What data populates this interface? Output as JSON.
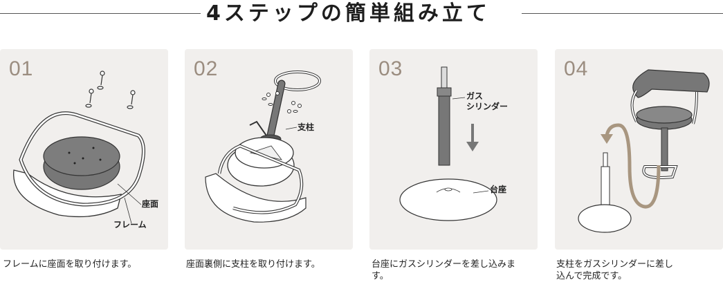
{
  "title": "4ステップの簡単組み立て",
  "colors": {
    "panel": "#f1efed",
    "step_number": "#9b8d80",
    "arrow_accent": "#a89680"
  },
  "steps": [
    {
      "number": "01",
      "labels": [
        "座面",
        "フレーム"
      ],
      "caption": "フレームに座面を取り付けます。"
    },
    {
      "number": "02",
      "labels": [
        "支柱"
      ],
      "caption": "座面裏側に支柱を取り付けます。"
    },
    {
      "number": "03",
      "labels": [
        "ガス シリンダー",
        "台座"
      ],
      "label_lines": [
        "ガス",
        "シリンダー"
      ],
      "caption": "台座にガスシリンダーを差し込みます。"
    },
    {
      "number": "04",
      "labels": [],
      "caption": "支柱をガスシリンダーに差し込んで完成です。"
    }
  ]
}
